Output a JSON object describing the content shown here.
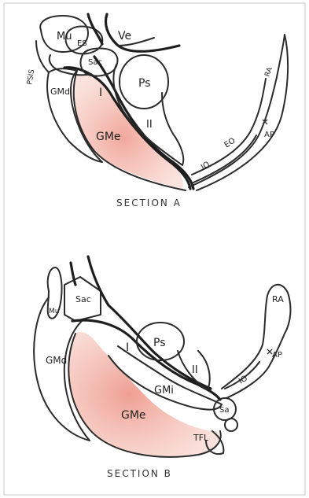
{
  "sections": [
    {
      "caption": "SECTION A",
      "labels": {
        "mu": "Mu",
        "es": "ES",
        "ve": "Ve",
        "sac": "Sac",
        "psis": "PSIS",
        "ps": "Ps",
        "gmd": "GMd",
        "i": "I",
        "ii": "II",
        "gme": "GMe",
        "io": "IO",
        "eo": "EO",
        "ra": "RA",
        "ap": "AP"
      }
    },
    {
      "caption": "SECTION B",
      "labels": {
        "mu": "Mu",
        "sac": "Sac",
        "gmd": "GMd",
        "ps": "Ps",
        "i": "I",
        "ii": "II",
        "gmi": "GMi",
        "sa": "Sa",
        "gme": "GMe",
        "tfl": "TFL",
        "io": "IO",
        "ra": "RA",
        "ap": "AP"
      }
    }
  ],
  "colors": {
    "muscle_tint": "#f4b5a8",
    "ink": "#2b2b2b",
    "frame": "#c8c8c8"
  }
}
